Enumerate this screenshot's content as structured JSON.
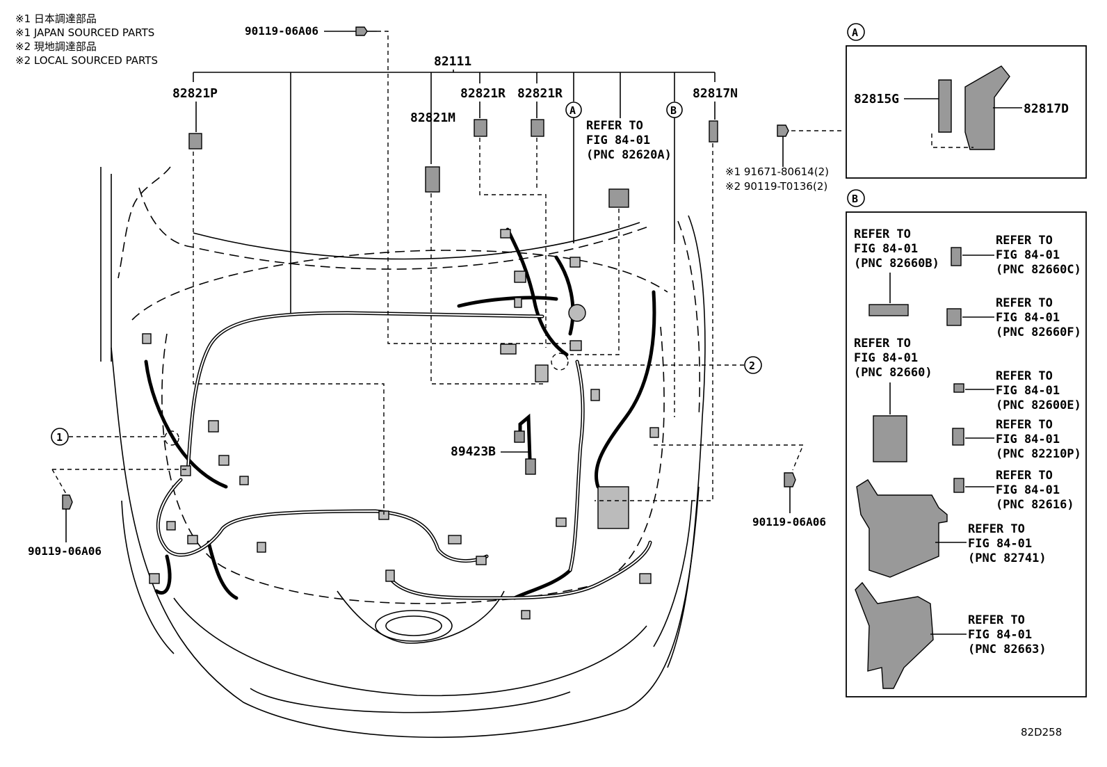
{
  "notes": [
    "※1 日本調達部品",
    "※1 JAPAN SOURCED PARTS",
    "※2 現地調達部品",
    "※2 LOCAL SOURCED PARTS"
  ],
  "main": {
    "harness_number": "82111",
    "bolt_top": "90119-06A06",
    "bolt_left": "90119-06A06",
    "bolt_right": "90119-06A06",
    "p82821P": "82821P",
    "p82821M": "82821M",
    "p82821R_1": "82821R",
    "p82821R_2": "82821R",
    "p82817N": "82817N",
    "p89423B": "89423B",
    "marker_A": "A",
    "marker_B": "B",
    "marker_1": "1",
    "marker_2": "2",
    "refer_line1": "REFER TO",
    "refer_line2": "FIG 84-01",
    "refer_line3": "(PNC 82620A)",
    "bolt_a1": "※1 91671-80614(2)",
    "bolt_a2": "※2 90119-T0136(2)"
  },
  "inset_A": {
    "title": "A",
    "left_part": "82815G",
    "right_part": "82817D"
  },
  "inset_B": {
    "title": "B",
    "refs": [
      {
        "l1": "REFER TO",
        "l2": "FIG 84-01",
        "l3": "(PNC 82660B)"
      },
      {
        "l1": "REFER TO",
        "l2": "FIG 84-01",
        "l3": "(PNC 82660C)"
      },
      {
        "l1": "REFER TO",
        "l2": "FIG 84-01",
        "l3": "(PNC 82660F)"
      },
      {
        "l1": "REFER TO",
        "l2": "FIG 84-01",
        "l3": "(PNC 82660)"
      },
      {
        "l1": "REFER TO",
        "l2": "FIG 84-01",
        "l3": "(PNC 82600E)"
      },
      {
        "l1": "REFER TO",
        "l2": "FIG 84-01",
        "l3": "(PNC 82210P)"
      },
      {
        "l1": "REFER TO",
        "l2": "FIG 84-01",
        "l3": "(PNC 82616)"
      },
      {
        "l1": "REFER TO",
        "l2": "FIG 84-01",
        "l3": "(PNC 82741)"
      },
      {
        "l1": "REFER TO",
        "l2": "FIG 84-01",
        "l3": "(PNC 82663)"
      }
    ]
  },
  "figure_code": "82D258"
}
